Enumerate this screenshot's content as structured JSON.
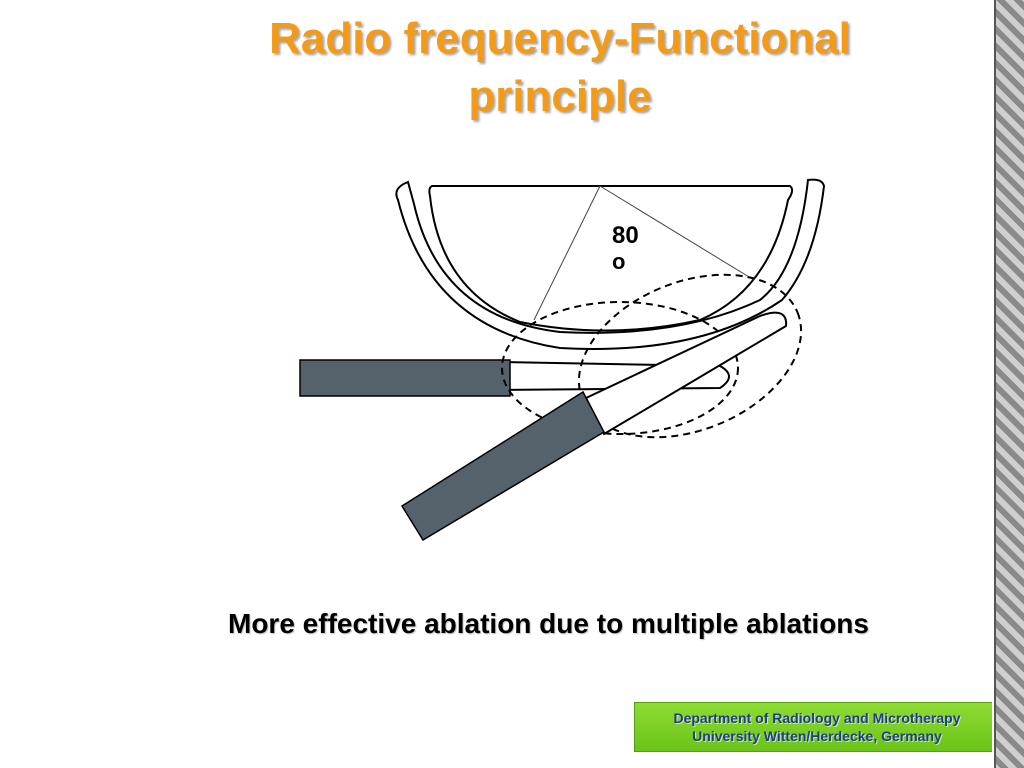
{
  "title": {
    "line1": "Radio frequency-Functional",
    "line2": "principle"
  },
  "diagram": {
    "angle_value": "80",
    "degree_symbol": "o"
  },
  "caption": "More effective ablation due to multiple ablations",
  "footer": {
    "line1": "Department of Radiology and Microtherapy",
    "line2": "University Witten/Herdecke, Germany"
  },
  "colors": {
    "title": "#F39B18",
    "probe": "#56626B",
    "badge": "#7ED321",
    "badge_text": "#1F3A93"
  }
}
